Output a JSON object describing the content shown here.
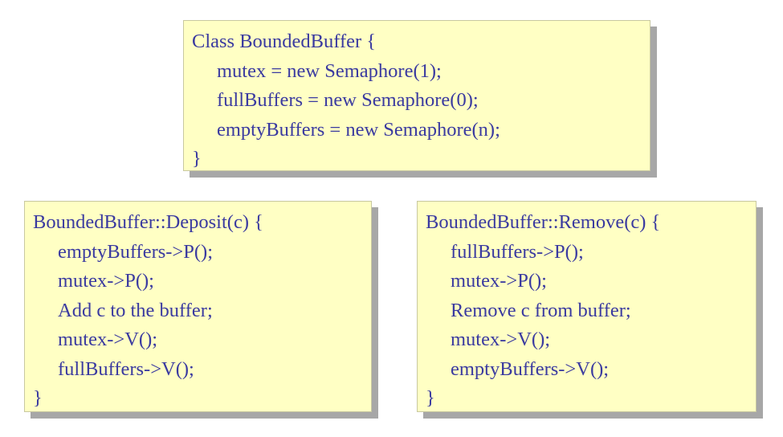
{
  "class_box": {
    "header": "Class BoundedBuffer {",
    "lines": [
      "mutex = new Semaphore(1);",
      "fullBuffers = new Semaphore(0);",
      "emptyBuffers = new Semaphore(n);"
    ],
    "closing": "}"
  },
  "deposit_box": {
    "header": "BoundedBuffer::Deposit(c) {",
    "lines": [
      "emptyBuffers->P();",
      "mutex->P();",
      "Add c to the buffer;",
      "mutex->V();",
      "fullBuffers->V();"
    ],
    "closing": "}"
  },
  "remove_box": {
    "header": "BoundedBuffer::Remove(c) {",
    "lines": [
      "fullBuffers->P();",
      "mutex->P();",
      "Remove c from buffer;",
      "mutex->V();",
      "emptyBuffers->V();"
    ],
    "closing": "}"
  },
  "colors": {
    "box_background": "#ffffc4",
    "text": "#3a3aa0",
    "shadow": "#a7a7a7"
  }
}
